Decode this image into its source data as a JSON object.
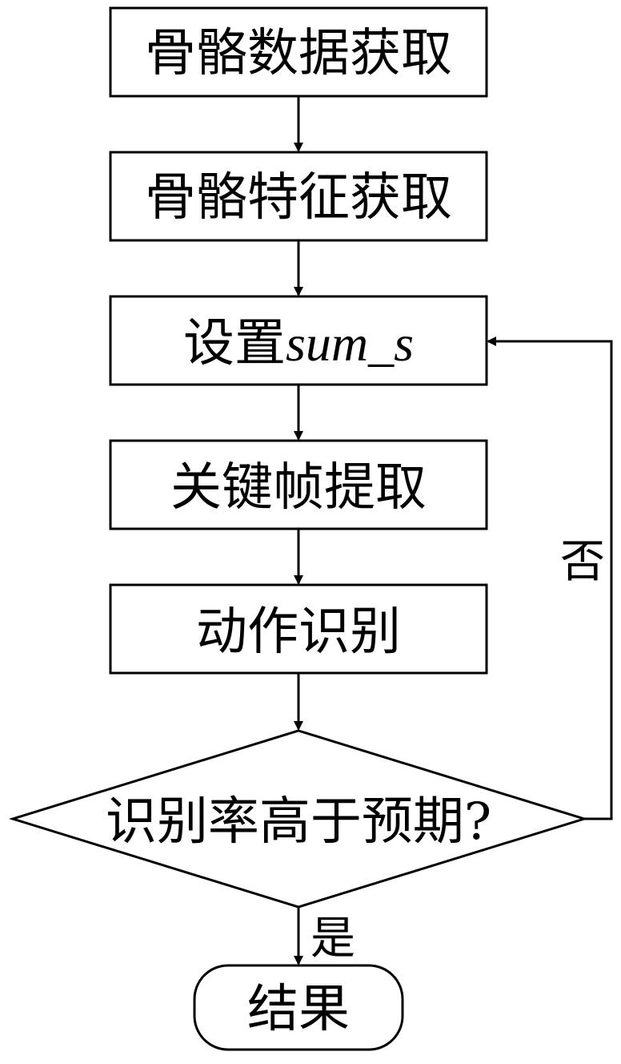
{
  "flowchart": {
    "nodes": {
      "skeleton_data": "骨骼数据获取",
      "skeleton_features": "骨骼特征获取",
      "set_param_prefix": "设置",
      "set_param_var": "sum_s",
      "keyframe": "关键帧提取",
      "action_recognition": "动作识别",
      "decision": "识别率高于预期?",
      "result": "结果"
    },
    "edge_labels": {
      "no": "否",
      "yes": "是"
    }
  }
}
